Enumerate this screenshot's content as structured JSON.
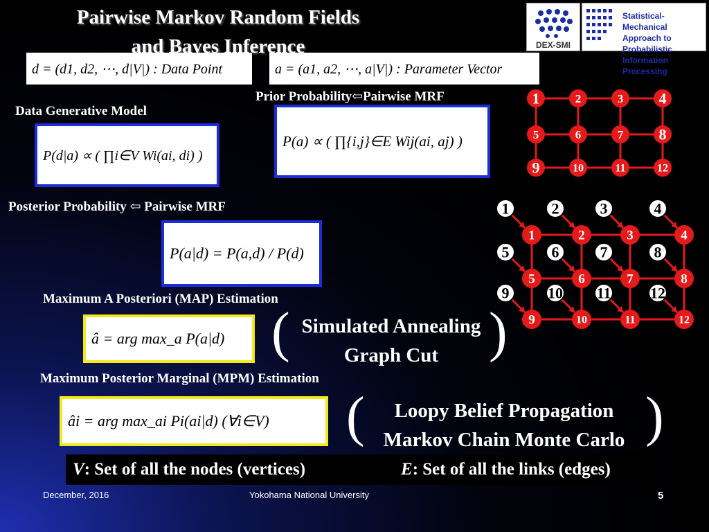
{
  "title": {
    "line1": "Pairwise Markov Random Fields",
    "line2": "and Bayes Inference"
  },
  "logos": {
    "left_text": "DEX-SMI",
    "right_line1": "Statistical-Mechanical",
    "right_line2": "Approach to Probabilistic",
    "right_line3": "Information Processing"
  },
  "equations": {
    "data_point": "d = (d1, d2, ⋯, d|V|) : Data Point",
    "param_vector": "a = (a1, a2, ⋯, a|V|) : Parameter Vector",
    "generative": "P(d|a) ∝ ( ∏i∈V Wi(ai, di) )",
    "prior": "P(a) ∝ ( ∏{i,j}∈E Wij(ai, aj) )",
    "posterior": "P(a|d) = P(a,d) / P(d)",
    "map": "â = arg max_a P(a|d)",
    "mpm": "âi = arg max_ai Pi(ai|d)   (∀i∈V)"
  },
  "labels": {
    "prior": "Prior Probability⇦Pairwise MRF",
    "generative": "Data Generative Model",
    "posterior": "Posterior Probability ⇦ Pairwise MRF",
    "map": "Maximum A Posteriori (MAP) Estimation",
    "mpm": "Maximum Posterior Marginal  (MPM) Estimation"
  },
  "methods": {
    "map_1": "Simulated Annealing",
    "map_2": "Graph Cut",
    "mpm_1": "Loopy Belief Propagation",
    "mpm_2": "Markov Chain Monte Carlo"
  },
  "definitions": {
    "v_sym": "V",
    "v_text": ": Set of all the nodes (vertices)",
    "e_sym": "E",
    "e_text": ": Set of all the links (edges)"
  },
  "graph_nodes": [
    "1",
    "2",
    "3",
    "4",
    "5",
    "6",
    "7",
    "8",
    "9",
    "10",
    "11",
    "12"
  ],
  "footer": {
    "date": "December, 2016",
    "org": "Yokohama National University",
    "page": "5"
  },
  "colors": {
    "node": "#e51a1a",
    "data_node": "#ffffff",
    "blue_border": "#1a2dd8",
    "yellow_border": "#f2ea1c"
  }
}
